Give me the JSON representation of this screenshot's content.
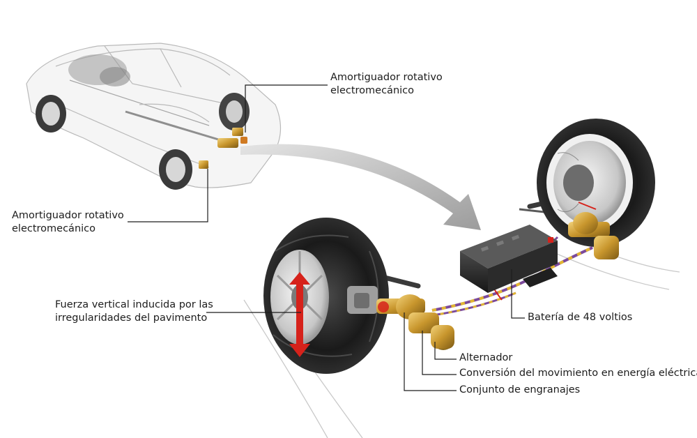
{
  "labels": {
    "rear_damper": {
      "line1": "Amortiguador rotativo",
      "line2": "electromecánico"
    },
    "front_damper": {
      "line1": "Amortiguador rotativo",
      "line2": "electromecánico"
    },
    "vertical_force": {
      "line1": "Fuerza vertical inducida por las",
      "line2": "irregularidades del pavimento"
    },
    "battery": "Batería de 48 voltios",
    "alternator": "Alternador",
    "conversion": "Conversión del movimiento en energía eléctrica",
    "gear_set": "Conjunto de engranajes"
  },
  "colors": {
    "arrow_grey": "#b9b9b9",
    "force_arrow": "#d6221b",
    "component_gold": "#c8962d",
    "cable_purple": "#7b4a9b",
    "cable_yellow": "#e2b632",
    "battery_black": "#2b2b2b",
    "leader_line": "#1c1c1c"
  },
  "icons": [
    "car-ghost-illustration",
    "wheel-illustration",
    "battery-module-illustration",
    "transfer-arrow"
  ]
}
